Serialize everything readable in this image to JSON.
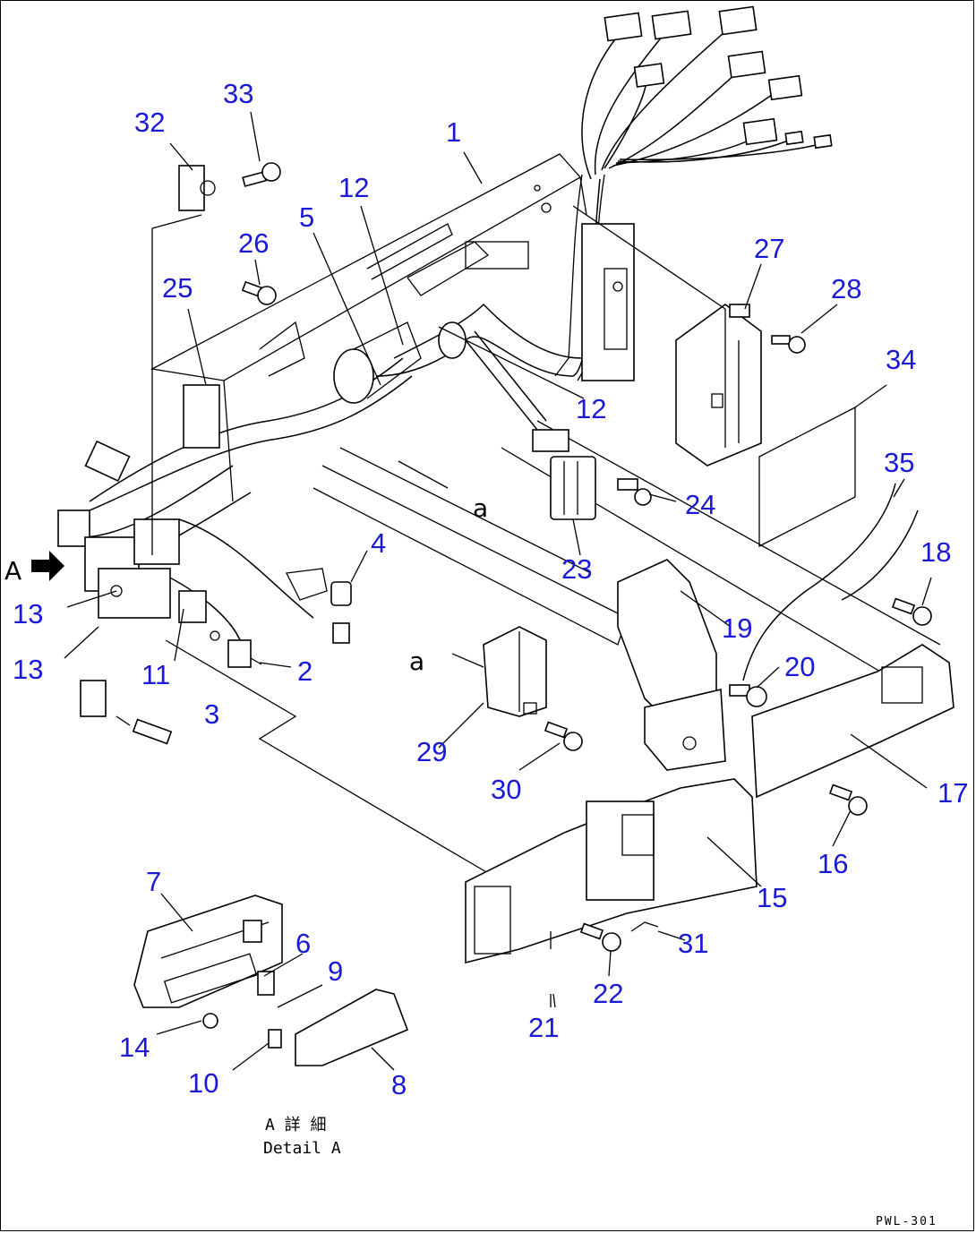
{
  "callouts": {
    "c1": "1",
    "c2": "2",
    "c3": "3",
    "c4": "4",
    "c5": "5",
    "c6": "6",
    "c7": "7",
    "c8": "8",
    "c9": "9",
    "c10": "10",
    "c11": "11",
    "c12a": "12",
    "c12b": "12",
    "c13a": "13",
    "c13b": "13",
    "c14": "14",
    "c15": "15",
    "c16": "16",
    "c17": "17",
    "c18": "18",
    "c19": "19",
    "c20": "20",
    "c21": "21",
    "c22": "22",
    "c23": "23",
    "c24": "24",
    "c25": "25",
    "c26": "26",
    "c27": "27",
    "c28": "28",
    "c29": "29",
    "c30": "30",
    "c31": "31",
    "c32": "32",
    "c33": "33",
    "c34": "34",
    "c35": "35"
  },
  "view_marks": {
    "arrow_A": "A",
    "mark_a_upper": "a",
    "mark_a_lower": "a"
  },
  "detail_caption": {
    "japanese": "A 詳 細",
    "english": "Detail A"
  },
  "drawing_code": "PWL-301"
}
